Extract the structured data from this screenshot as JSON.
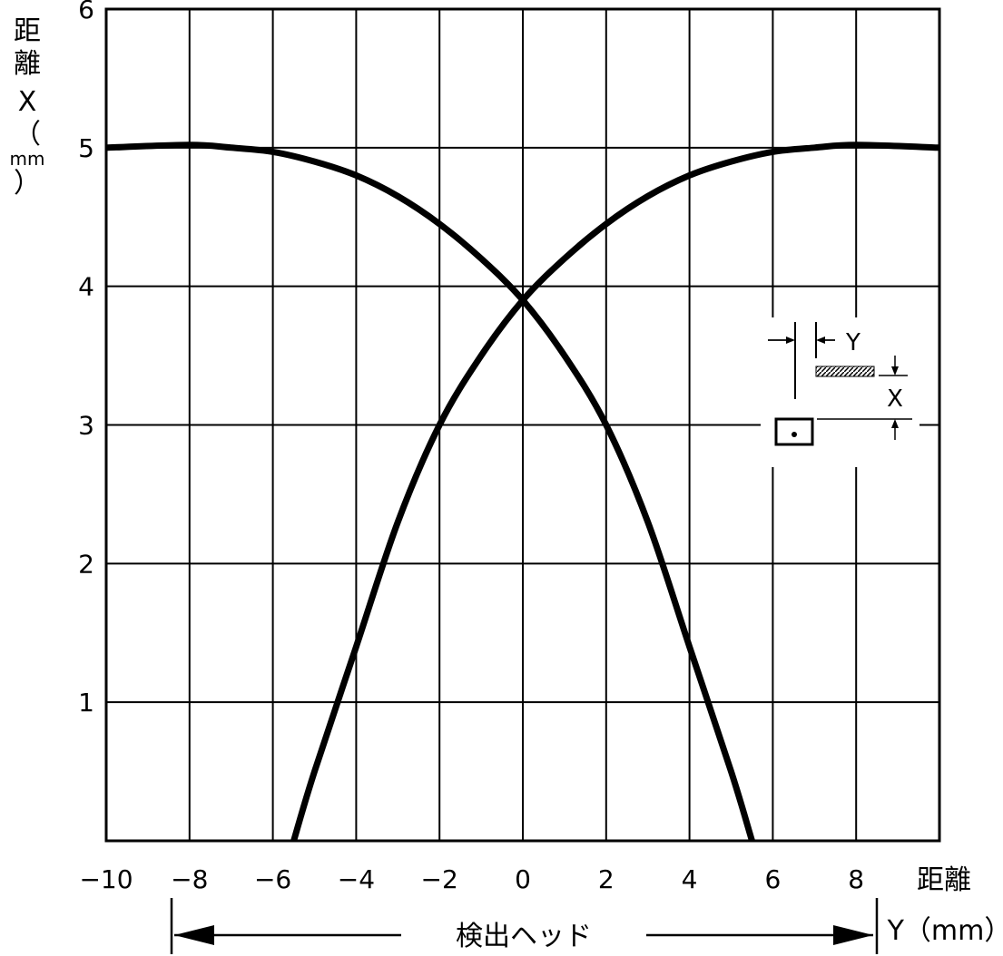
{
  "chart_data": {
    "type": "line",
    "xlabel_parts": [
      "距離",
      "Y（mm）"
    ],
    "ylabel_parts": [
      "距",
      "離",
      "X",
      "（",
      "mm",
      "）"
    ],
    "xlim": [
      -10,
      10
    ],
    "ylim": [
      0,
      6
    ],
    "x_ticks": [
      {
        "value": -10,
        "label": "−10"
      },
      {
        "value": -8,
        "label": "−8"
      },
      {
        "value": -6,
        "label": "−6"
      },
      {
        "value": -4,
        "label": "−4"
      },
      {
        "value": -2,
        "label": "−2"
      },
      {
        "value": 0,
        "label": "0"
      },
      {
        "value": 2,
        "label": "2"
      },
      {
        "value": 4,
        "label": "4"
      },
      {
        "value": 6,
        "label": "6"
      },
      {
        "value": 8,
        "label": "8"
      }
    ],
    "y_ticks": [
      {
        "value": 1,
        "label": "1"
      },
      {
        "value": 2,
        "label": "2"
      },
      {
        "value": 3,
        "label": "3"
      },
      {
        "value": 4,
        "label": "4"
      },
      {
        "value": 5,
        "label": "5"
      },
      {
        "value": 6,
        "label": "6"
      }
    ],
    "grid": true,
    "series": [
      {
        "x": [
          -10,
          -8,
          -7,
          -6,
          -5,
          -4,
          -3,
          -2,
          -1,
          0,
          1,
          2,
          3,
          4,
          5,
          5.5
        ],
        "y": [
          5.0,
          5.02,
          5.0,
          4.97,
          4.9,
          4.8,
          4.65,
          4.45,
          4.2,
          3.9,
          3.5,
          3.0,
          2.3,
          1.4,
          0.5,
          0
        ]
      },
      {
        "x": [
          -5.5,
          -5,
          -4,
          -3,
          -2,
          -1,
          0,
          1,
          2,
          3,
          4,
          5,
          6,
          7,
          8,
          10
        ],
        "y": [
          0,
          0.5,
          1.4,
          2.3,
          3.0,
          3.5,
          3.9,
          4.2,
          4.45,
          4.65,
          4.8,
          4.9,
          4.97,
          5.0,
          5.02,
          5.0
        ]
      }
    ],
    "annotations": {
      "detection_head": "検出ヘッド",
      "inset_y": "Y",
      "inset_x": "X"
    },
    "colors": {
      "line": "#000000",
      "grid": "#000000",
      "background": "#ffffff"
    }
  }
}
